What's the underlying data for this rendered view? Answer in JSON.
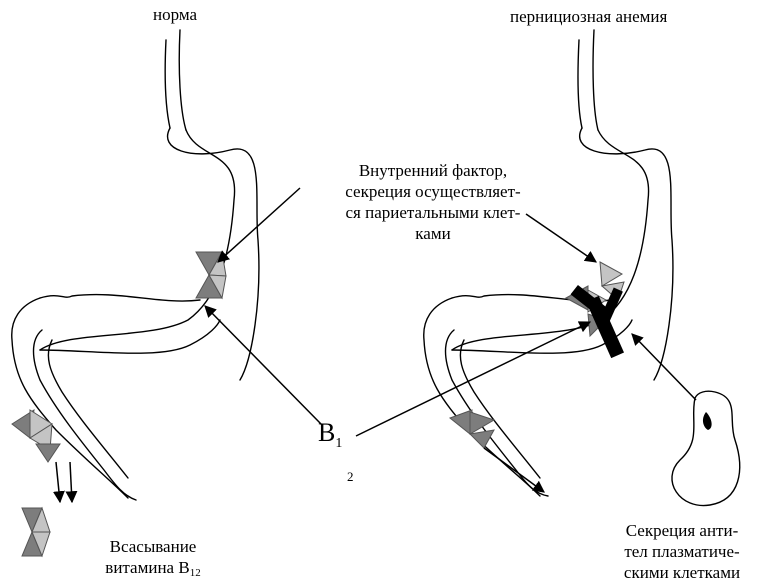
{
  "labels": {
    "normal_title": "норма",
    "pa_title": "пернициозная анемия",
    "intrinsic_factor_line1": "Внутренний фактор,",
    "intrinsic_factor_line2": "секреция осуществляет-",
    "intrinsic_factor_line3": "ся париетальными клет-",
    "intrinsic_factor_line4": "ками",
    "b12_main": "B",
    "b12_sub1": "1",
    "b12_sub2": "2",
    "absorption_line1": "Всасывание",
    "absorption_line2": "витамина B",
    "absorption_sub": "12",
    "antibody_line1": "Секреция анти-",
    "antibody_line2": "тел плазматиче-",
    "antibody_line3": "скими клетками"
  },
  "colors": {
    "dark_triangle": "#7d7d7d",
    "light_triangle": "#c4c4c4",
    "antibody_black": "#000000"
  }
}
